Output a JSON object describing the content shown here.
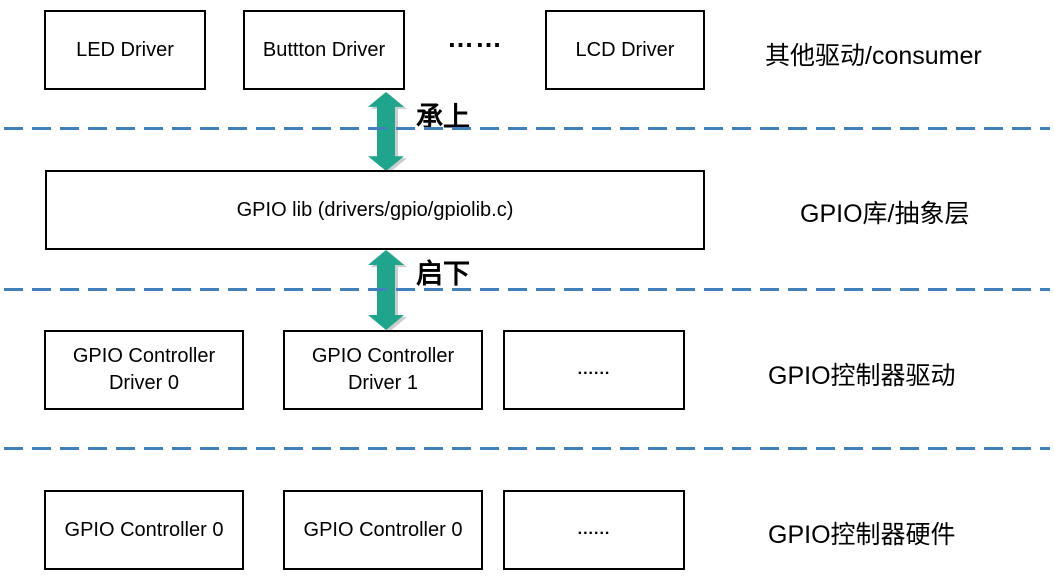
{
  "diagram": {
    "rows": {
      "consumer": {
        "box1": "LED Driver",
        "box2": "Buttton Driver",
        "ellipsis": "……",
        "box3": "LCD Driver",
        "label": "其他驱动/consumer"
      },
      "lib": {
        "box": "GPIO lib (drivers/gpio/gpiolib.c)",
        "label": "GPIO库/抽象层"
      },
      "controller_driver": {
        "box1": "GPIO Controller Driver 0",
        "box2": "GPIO Controller Driver 1",
        "ellipsis": "......",
        "label": "GPIO控制器驱动"
      },
      "controller_hw": {
        "box1": "GPIO Controller 0",
        "box2": "GPIO Controller 0",
        "ellipsis": "......",
        "label": "GPIO控制器硬件"
      }
    },
    "arrows": {
      "top_label": "承上",
      "bottom_label": "启下"
    },
    "colors": {
      "arrow": "#1FA58C",
      "arrow_shadow": "#C9CDCE",
      "divider": "#4081BD",
      "box_border": "#000000",
      "background": "#FFFFFF"
    }
  }
}
